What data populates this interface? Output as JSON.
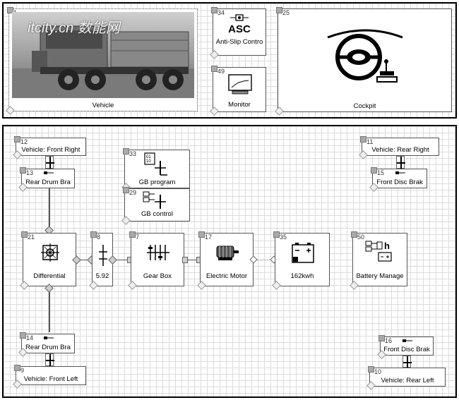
{
  "top_panel": {
    "vehicle": {
      "num": "1",
      "label": "Vehicle",
      "watermark": "itcity.cn 数能网"
    },
    "asc": {
      "num": "34",
      "title": "ASC",
      "label": "Anti-Slip Contro"
    },
    "monitor": {
      "num": "49",
      "label": "Monitor"
    },
    "cockpit": {
      "num": "25",
      "label": "Cockpit"
    }
  },
  "diagram": {
    "front_right": {
      "num": "12",
      "label": "Vehicle: Front Right"
    },
    "rear_drum_top": {
      "num": "13",
      "label": "Rear Drum Bra"
    },
    "gb_program": {
      "num": "33",
      "label": "GB program"
    },
    "gb_control": {
      "num": "29",
      "label": "GB control"
    },
    "rear_right": {
      "num": "11",
      "label": "Vehicle: Rear Right"
    },
    "front_disc_top": {
      "num": "15",
      "label": "Front Disc Brak"
    },
    "differential": {
      "num": "21",
      "label": "Differential"
    },
    "ratio": {
      "num": "8",
      "label": "5.92"
    },
    "gearbox": {
      "num": "7",
      "label": "Gear Box"
    },
    "motor": {
      "num": "17",
      "label": "Electric Motor"
    },
    "battery": {
      "num": "35",
      "label": "162kwh"
    },
    "bms": {
      "num": "50",
      "label": "Battery Manage"
    },
    "rear_drum_bottom": {
      "num": "14",
      "label": "Rear Drum Bra"
    },
    "front_left": {
      "num": "9",
      "label": "Vehicle: Front Left"
    },
    "front_disc_bottom": {
      "num": "16",
      "label": "Front Disc Brak"
    },
    "rear_left": {
      "num": "10",
      "label": "Vehicle: Rear Left"
    }
  },
  "colors": {
    "border": "#000000",
    "grid": "#dcdcdc",
    "block_border": "#555555"
  }
}
